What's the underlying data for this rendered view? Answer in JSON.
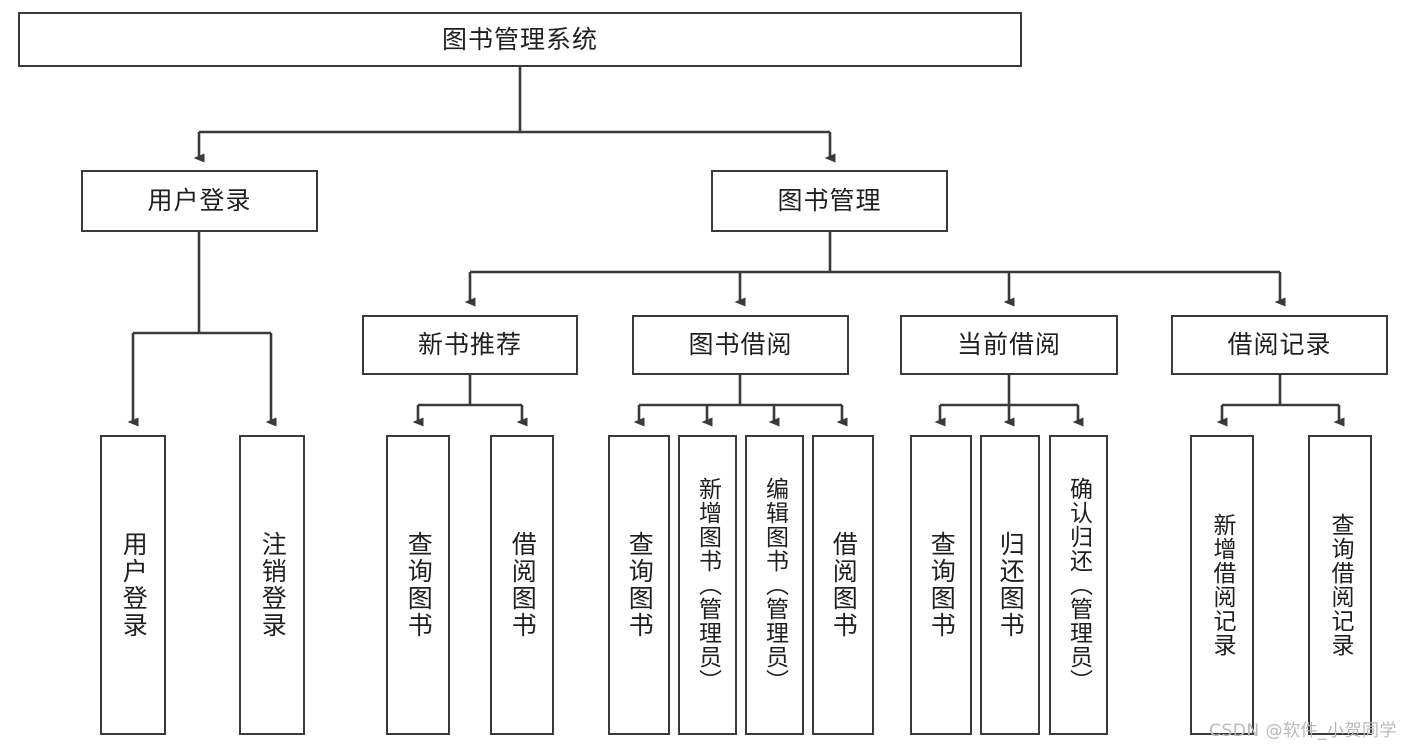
{
  "diagram": {
    "title": "图书管理系统",
    "root": {
      "label": "图书管理系统"
    },
    "level2": [
      {
        "label": "用户登录"
      },
      {
        "label": "图书管理"
      }
    ],
    "level3": [
      {
        "label": "新书推荐"
      },
      {
        "label": "图书借阅"
      },
      {
        "label": "当前借阅"
      },
      {
        "label": "借阅记录"
      }
    ],
    "leaves": {
      "user_login": [
        {
          "label": "用户登录"
        },
        {
          "label": "注销登录"
        }
      ],
      "new_book_recommend": [
        {
          "label": "查询图书"
        },
        {
          "label": "借阅图书"
        }
      ],
      "book_borrow": [
        {
          "label": "查询图书"
        },
        {
          "label": "新增图书（管理员）"
        },
        {
          "label": "编辑图书（管理员）"
        },
        {
          "label": "借阅图书"
        }
      ],
      "current_borrow": [
        {
          "label": "查询图书"
        },
        {
          "label": "归还图书"
        },
        {
          "label": "确认归还（管理员）"
        }
      ],
      "borrow_record": [
        {
          "label": "新增借阅记录"
        },
        {
          "label": "查询借阅记录"
        }
      ]
    }
  },
  "watermark": {
    "text": "CSDN @软件_小贺同学"
  },
  "colors": {
    "stroke": "#3a3a3a",
    "text": "#1f1f1f",
    "background": "#ffffff",
    "watermark": "#b9b9b9"
  }
}
